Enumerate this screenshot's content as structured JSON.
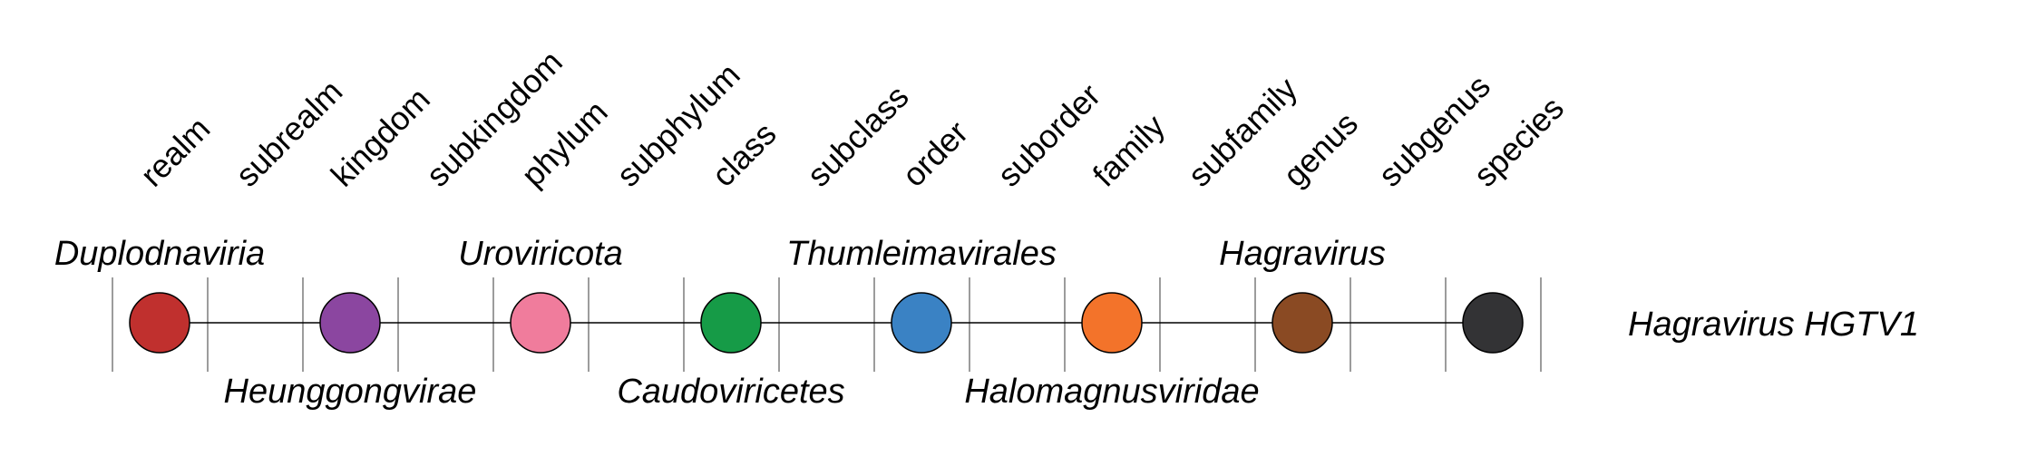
{
  "ranks": [
    "realm",
    "subrealm",
    "kingdom",
    "subkingdom",
    "phylum",
    "subphylum",
    "class",
    "subclass",
    "order",
    "suborder",
    "family",
    "subfamily",
    "genus",
    "subgenus",
    "species"
  ],
  "taxa": [
    {
      "name": "Duplodnaviria",
      "color": "#c0302e"
    },
    {
      "name": "Heunggongvirae",
      "color": "#8b46a0"
    },
    {
      "name": "Uroviricota",
      "color": "#f07c9c"
    },
    {
      "name": "Caudoviricetes",
      "color": "#169b47"
    },
    {
      "name": "Thumleimavirales",
      "color": "#3a82c4"
    },
    {
      "name": "Halomagnusviridae",
      "color": "#f3732a"
    },
    {
      "name": "Hagravirus",
      "color": "#8a4a23"
    },
    {
      "name": "",
      "color": "#333335"
    }
  ],
  "species_label": "Hagravirus HGTV1"
}
